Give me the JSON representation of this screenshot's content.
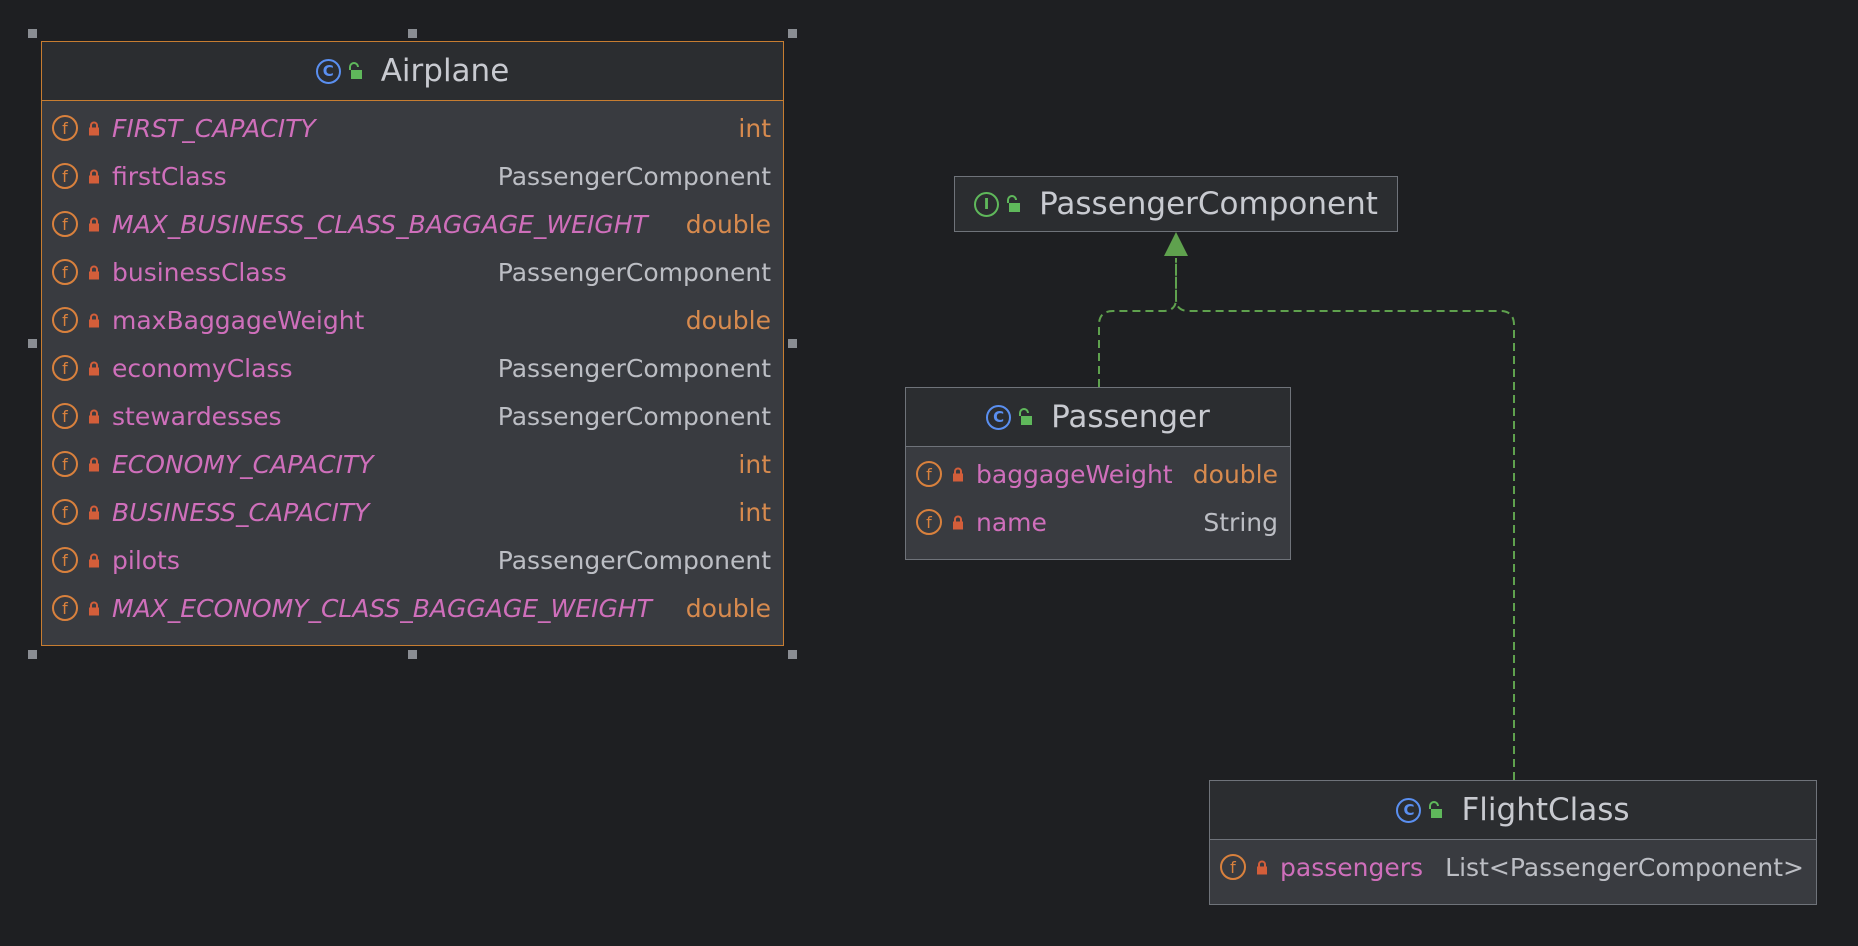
{
  "colors": {
    "background": "#1e1f22",
    "node_header": "#2b2d30",
    "node_body": "#393b40",
    "node_border": "#6f737a",
    "selection_border": "#c77d31",
    "field_name": "#cf6fbb",
    "primitive_type": "#d78a4e",
    "class_icon": "#5a8ff0",
    "interface_icon": "#5fb85b",
    "field_icon": "#d9813d",
    "implements_edge": "#5fa14e"
  },
  "nodes": {
    "airplane": {
      "name": "Airplane",
      "kind": "class",
      "selected": true,
      "fields": [
        {
          "name": "FIRST_CAPACITY",
          "type": "int",
          "static": true,
          "primitive": true
        },
        {
          "name": "firstClass",
          "type": "PassengerComponent",
          "static": false,
          "primitive": false
        },
        {
          "name": "MAX_BUSINESS_CLASS_BAGGAGE_WEIGHT",
          "type": "double",
          "static": true,
          "primitive": true
        },
        {
          "name": "businessClass",
          "type": "PassengerComponent",
          "static": false,
          "primitive": false
        },
        {
          "name": "maxBaggageWeight",
          "type": "double",
          "static": false,
          "primitive": true
        },
        {
          "name": "economyClass",
          "type": "PassengerComponent",
          "static": false,
          "primitive": false
        },
        {
          "name": "stewardesses",
          "type": "PassengerComponent",
          "static": false,
          "primitive": false
        },
        {
          "name": "ECONOMY_CAPACITY",
          "type": "int",
          "static": true,
          "primitive": true
        },
        {
          "name": "BUSINESS_CAPACITY",
          "type": "int",
          "static": true,
          "primitive": true
        },
        {
          "name": "pilots",
          "type": "PassengerComponent",
          "static": false,
          "primitive": false
        },
        {
          "name": "MAX_ECONOMY_CLASS_BAGGAGE_WEIGHT",
          "type": "double",
          "static": true,
          "primitive": true
        }
      ]
    },
    "passenger_component": {
      "name": "PassengerComponent",
      "kind": "interface"
    },
    "passenger": {
      "name": "Passenger",
      "kind": "class",
      "fields": [
        {
          "name": "baggageWeight",
          "type": "double",
          "static": false,
          "primitive": true
        },
        {
          "name": "name",
          "type": "String",
          "static": false,
          "primitive": false
        }
      ]
    },
    "flight_class": {
      "name": "FlightClass",
      "kind": "class",
      "fields": [
        {
          "name": "passengers",
          "type": "List<PassengerComponent>",
          "static": false,
          "primitive": false
        }
      ]
    }
  },
  "edges": [
    {
      "from": "Passenger",
      "to": "PassengerComponent",
      "relation": "implements"
    },
    {
      "from": "FlightClass",
      "to": "PassengerComponent",
      "relation": "implements"
    }
  ]
}
